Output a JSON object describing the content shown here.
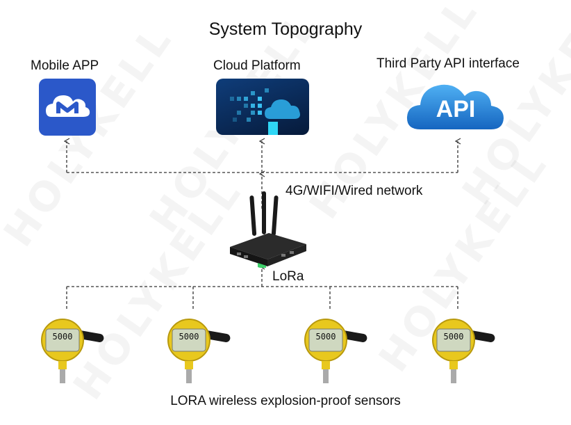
{
  "title": "System Topography",
  "nodes": {
    "mobile_app": {
      "label": "Mobile APP",
      "icon": "cloud-m-icon",
      "color": "#2b58c9"
    },
    "cloud_platform": {
      "label": "Cloud Platform",
      "icon": "cloud-platform-icon",
      "color": "#0a2a5a"
    },
    "third_party_api": {
      "label": "Third Party API interface",
      "icon": "api-cloud-icon",
      "badge": "API",
      "color": "#1e88e5"
    }
  },
  "network_label": "4G/WIFI/Wired network",
  "gateway": {
    "icon": "lora-gateway-icon",
    "link_label": "LoRa"
  },
  "sensors": {
    "label": "LORA wireless explosion-proof sensors",
    "readout": "5000",
    "color": "#e8c81e",
    "count": 4
  },
  "watermark_text": "HOLYKELL"
}
